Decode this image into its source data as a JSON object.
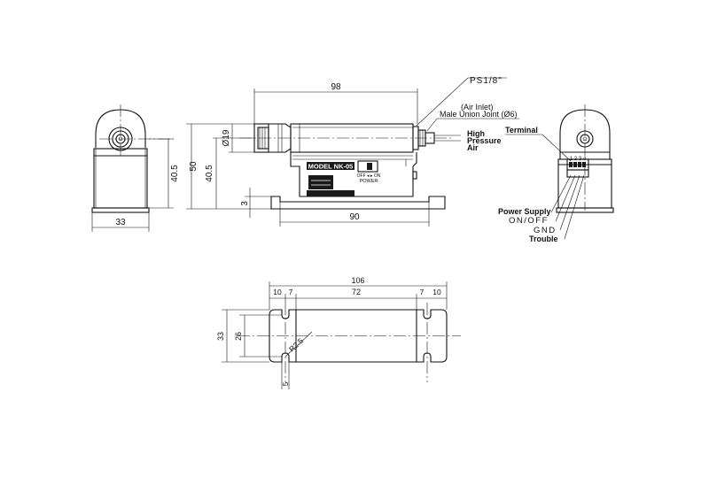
{
  "dimensions": {
    "side_length": "98",
    "side_base": "90",
    "side_height": "50",
    "side_height_inner": "40.5",
    "side_dia": "Ø19",
    "side_base_thk": "3",
    "left_width": "33",
    "left_height": "40.5",
    "bottom_total": "106",
    "bottom_a": "10",
    "bottom_b": "7",
    "bottom_c": "72",
    "bottom_d": "7",
    "bottom_e": "10",
    "bottom_h_outer": "33",
    "bottom_h_inner": "26",
    "bottom_radius": "R2.5",
    "bottom_slot": "5"
  },
  "labels": {
    "thread": "PS1/8\"",
    "air_inlet": "(Air Inlet)",
    "male_union": "Male Union Joint (Ø6)",
    "hp1": "High",
    "hp2": "Pressure",
    "hp3": "Air",
    "model": "MODEL NK-05",
    "switch_text": "OFF ◂ ▸ ON",
    "switch_label": "POWER",
    "terminal": "Terminal",
    "terminal_nums": "1 2 3 4",
    "power_supply": "Power Supply",
    "on_off": "ON/OFF",
    "gnd": "GND",
    "trouble": "Trouble"
  }
}
